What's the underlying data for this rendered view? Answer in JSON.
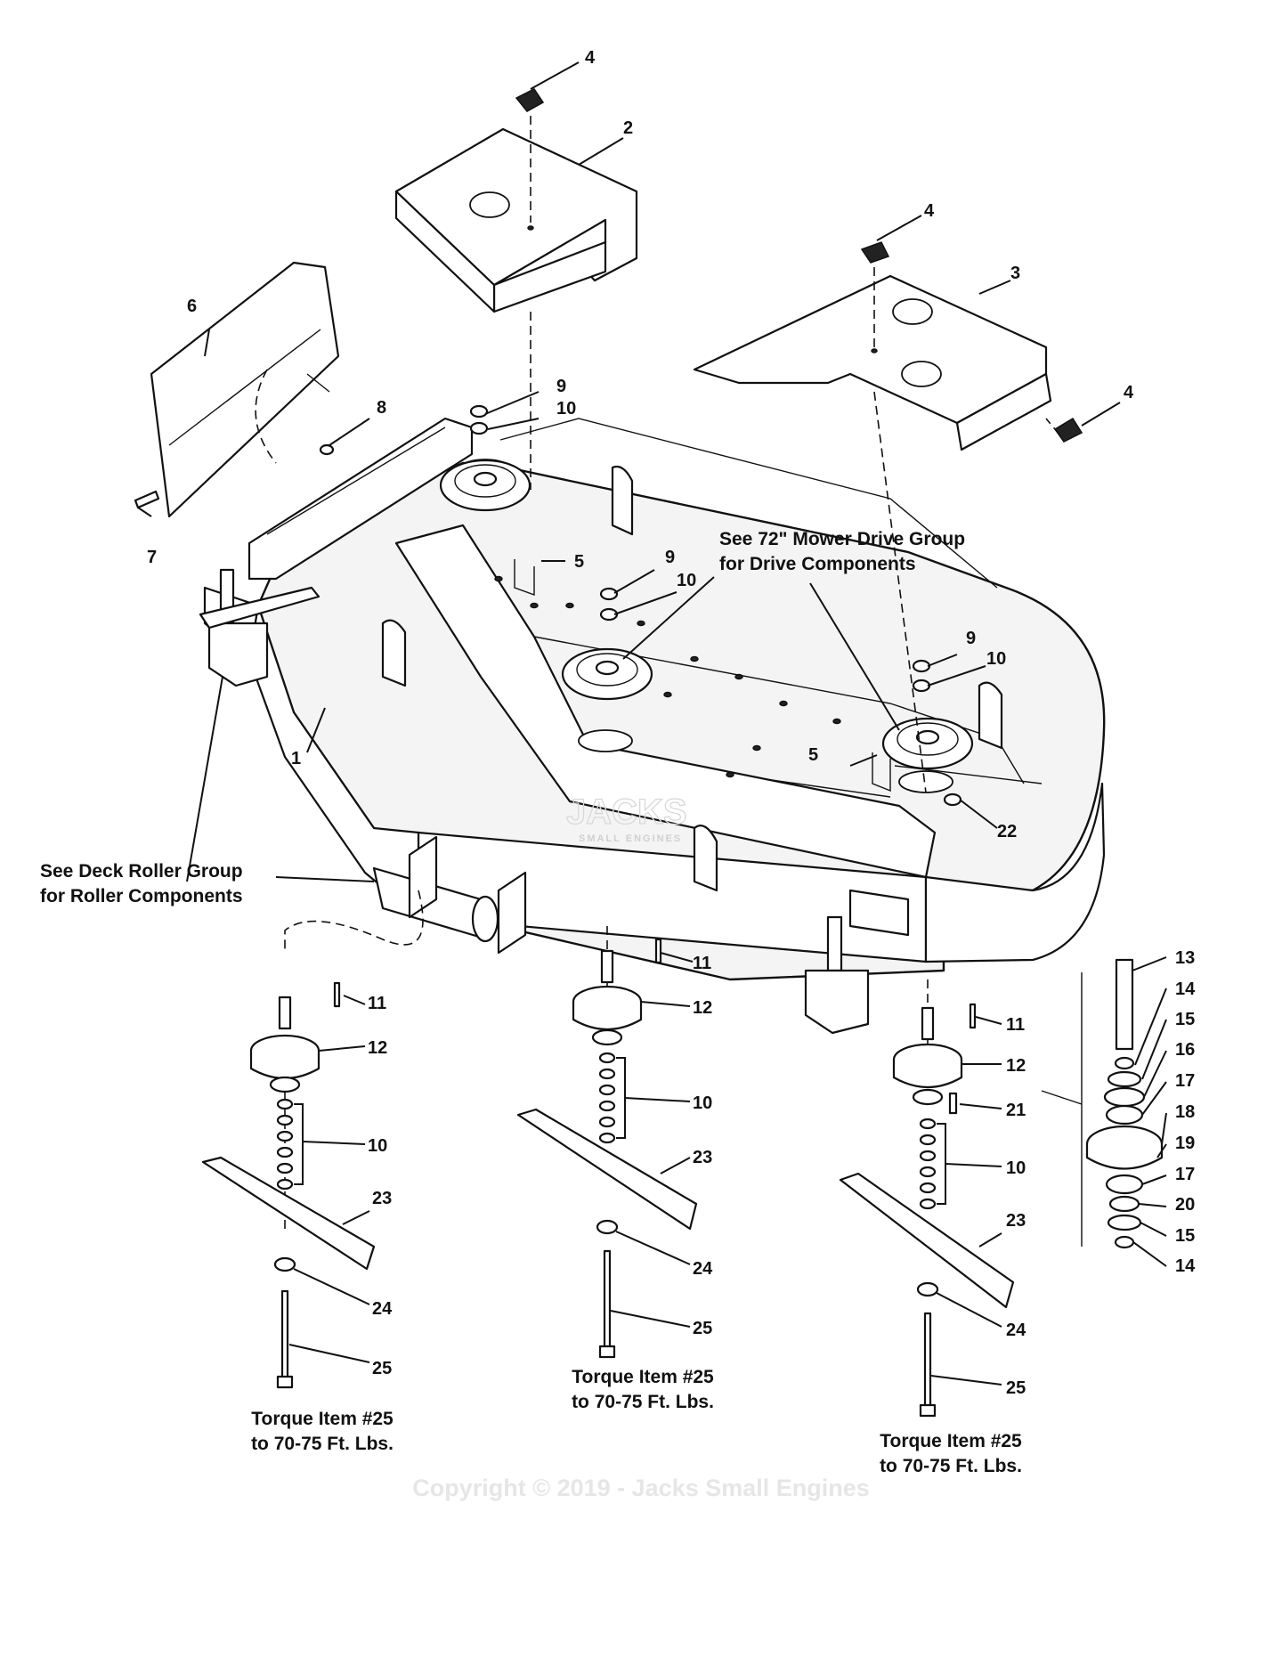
{
  "notes": {
    "drive_group": [
      "See 72\" Mower Drive Group",
      "for Drive Components"
    ],
    "roller_group": [
      "See Deck Roller Group",
      "for Roller Components"
    ],
    "torque_left": [
      "Torque Item #25",
      "to 70-75 Ft. Lbs."
    ],
    "torque_center": [
      "Torque Item #25",
      "to 70-75 Ft. Lbs."
    ],
    "torque_right": [
      "Torque Item #25",
      "to 70-75 Ft. Lbs."
    ]
  },
  "watermark": {
    "logo_text": "JACKS",
    "logo_sub": "SMALL ENGINES",
    "copyright": "Copyright © 2019 - Jacks Small Engines"
  },
  "callouts": {
    "c1": "1",
    "c2": "2",
    "c3": "3",
    "c4a": "4",
    "c4b": "4",
    "c4c": "4",
    "c5a": "5",
    "c5b": "5",
    "c6": "6",
    "c7": "7",
    "c8": "8",
    "c9a": "9",
    "c9b": "9",
    "c9c": "9",
    "c10a": "10",
    "c10b": "10",
    "c10c": "10",
    "c10d": "10",
    "c10e": "10",
    "c10f": "10",
    "c11a": "11",
    "c11b": "11",
    "c11c": "11",
    "c12a": "12",
    "c12b": "12",
    "c12c": "12",
    "c13": "13",
    "c14a": "14",
    "c14b": "14",
    "c15a": "15",
    "c15b": "15",
    "c16": "16",
    "c17a": "17",
    "c17b": "17",
    "c18": "18",
    "c19": "19",
    "c20": "20",
    "c21": "21",
    "c22": "22",
    "c23a": "23",
    "c23b": "23",
    "c23c": "23",
    "c24a": "24",
    "c24b": "24",
    "c24c": "24",
    "c25a": "25",
    "c25b": "25",
    "c25c": "25"
  }
}
